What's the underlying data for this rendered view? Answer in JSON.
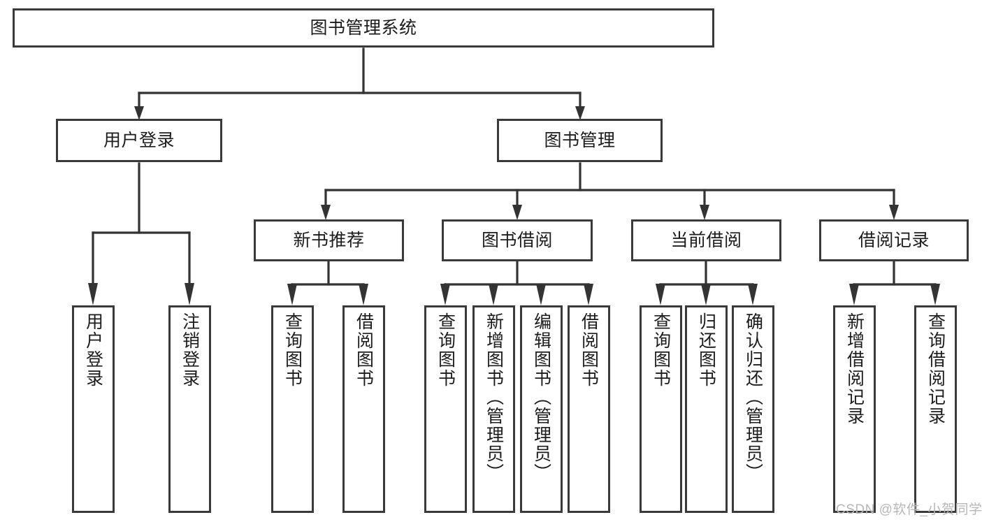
{
  "diagram": {
    "title": "图书管理系统",
    "type": "hierarchy-tree",
    "colors": {
      "box_border": "#3a3a3a",
      "box_fill": "#ffffff",
      "edge": "#333333",
      "text": "#1c1c1c",
      "watermark": "#b7b7b7",
      "background": "#ffffff"
    },
    "root": {
      "label": "图书管理系统"
    },
    "level2": [
      {
        "label": "用户登录"
      },
      {
        "label": "图书管理"
      }
    ],
    "level3": [
      {
        "label": "新书推荐"
      },
      {
        "label": "图书借阅"
      },
      {
        "label": "当前借阅"
      },
      {
        "label": "借阅记录"
      }
    ],
    "leaves": {
      "user_login": [
        {
          "label": "用户登录"
        },
        {
          "label": "注销登录"
        }
      ],
      "new_book_recommend": [
        {
          "label": "查询图书"
        },
        {
          "label": "借阅图书"
        }
      ],
      "book_borrow": [
        {
          "label": "查询图书"
        },
        {
          "label": "新增图书（管理员）"
        },
        {
          "label": "编辑图书（管理员）"
        },
        {
          "label": "借阅图书"
        }
      ],
      "current_borrow": [
        {
          "label": "查询图书"
        },
        {
          "label": "归还图书"
        },
        {
          "label": "确认归还（管理员）"
        }
      ],
      "borrow_record": [
        {
          "label": "新增借阅记录"
        },
        {
          "label": "查询借阅记录"
        }
      ]
    }
  },
  "watermark": {
    "text": "CSDN @软件_小贺同学"
  }
}
